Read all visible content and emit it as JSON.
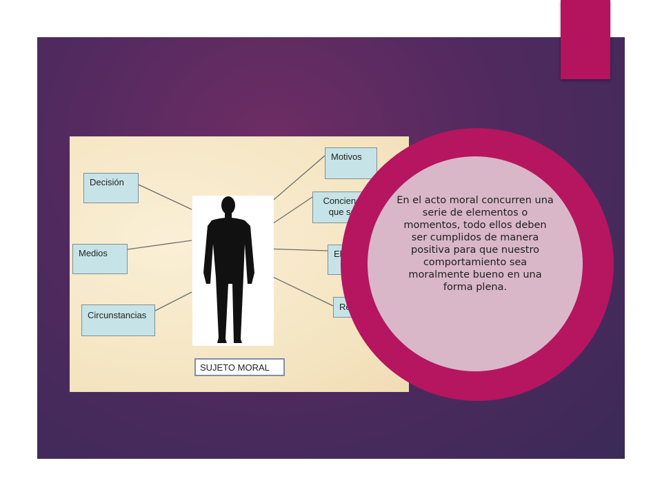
{
  "slide": {
    "bubble_text": "En el acto moral concurren una serie de elementos o momentos, todo ellos deben ser cumplidos de manera positiva para que nuestro comportamiento sea moralmente bueno en una forma plena."
  },
  "diagram": {
    "left_boxes": [
      "Decisión",
      "Medios",
      "Circunstancias"
    ],
    "right_boxes": [
      "Motivos",
      "Conciencias del fin que se persigue",
      "Eleccion",
      "Resultados"
    ],
    "caption": "SUJETO MORAL"
  },
  "colors": {
    "accent": "#b4135e",
    "background": "#4a2a5e",
    "bubble": "#d9b7c8",
    "box_fill": "#c6e4e8"
  },
  "icons": [
    "person-silhouette-icon"
  ]
}
